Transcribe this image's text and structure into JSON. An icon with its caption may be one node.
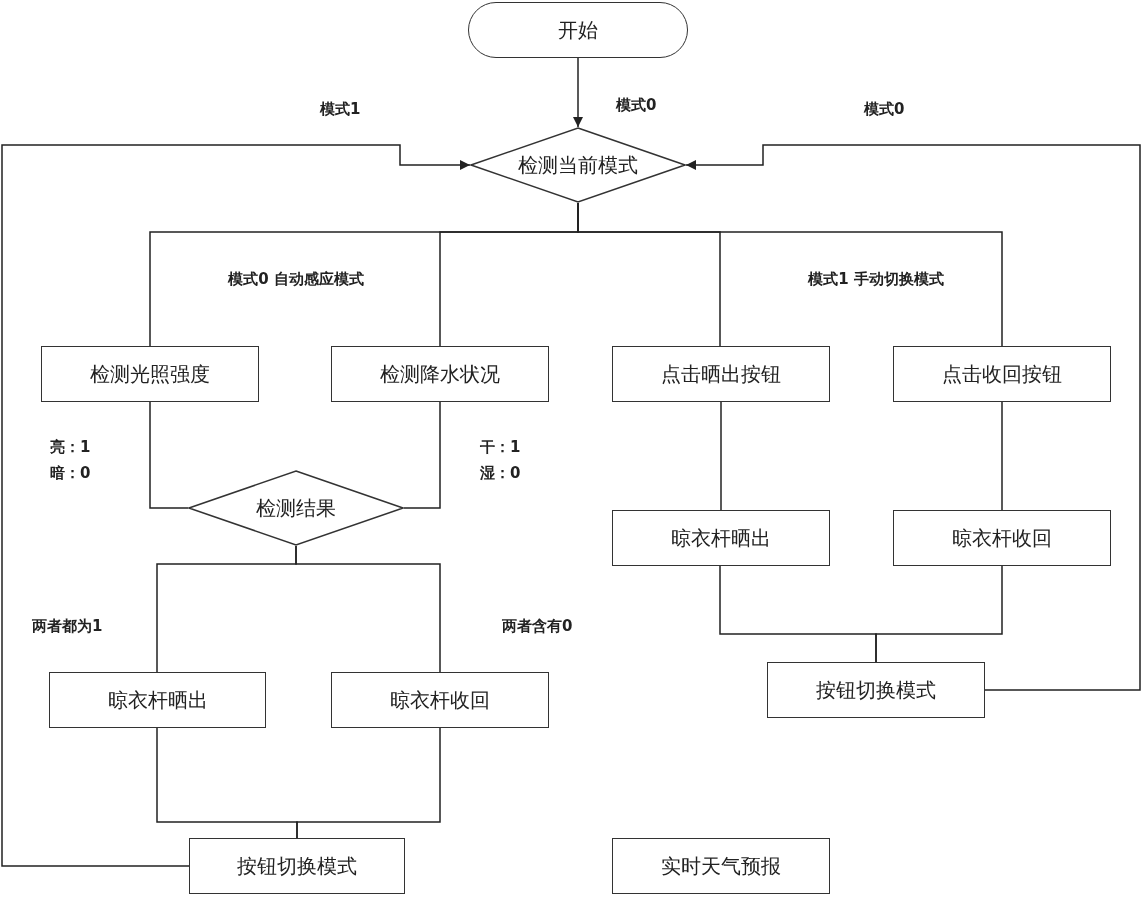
{
  "diagram": {
    "nodes": [
      {
        "text": [
          "开始"
        ]
      },
      {
        "text": [
          "检测当前模式"
        ]
      },
      {
        "text": [
          "检测光照强度"
        ]
      },
      {
        "text": [
          "检测降水状况"
        ]
      },
      {
        "text": [
          "点击晒出按钮"
        ]
      },
      {
        "text": [
          "点击收回按钮"
        ]
      },
      {
        "text": [
          "检测结果"
        ]
      },
      {
        "text": [
          "晾衣杆晒出"
        ]
      },
      {
        "text": [
          "晾衣杆收回"
        ]
      },
      {
        "text": [
          "晾衣杆晒出"
        ]
      },
      {
        "text": [
          "晾衣杆收回"
        ]
      },
      {
        "text": [
          "按钮切换模式"
        ]
      },
      {
        "text": [
          "按钮切换模式"
        ]
      },
      {
        "text": [
          "实时天气预报"
        ]
      }
    ],
    "edges": [
      {
        "from": 0,
        "to": 1,
        "arrow": "to",
        "label": "模式0"
      },
      {
        "from": 1,
        "to": 2,
        "arrow": "none"
      },
      {
        "from": 1,
        "to": 3,
        "arrow": "none"
      },
      {
        "from": 1,
        "to": 4,
        "arrow": "none"
      },
      {
        "from": 1,
        "to": 5,
        "arrow": "none"
      },
      {
        "from": 2,
        "to": 6,
        "arrow": "none"
      },
      {
        "from": 3,
        "to": 6,
        "arrow": "none"
      },
      {
        "from": 6,
        "to": 7,
        "arrow": "none",
        "label": "两者都为1"
      },
      {
        "from": 6,
        "to": 8,
        "arrow": "none",
        "label": "两者含有0"
      },
      {
        "from": 7,
        "to": 11,
        "arrow": "none"
      },
      {
        "from": 8,
        "to": 11,
        "arrow": "none"
      },
      {
        "from": 4,
        "to": 9,
        "arrow": "none"
      },
      {
        "from": 5,
        "to": 10,
        "arrow": "none"
      },
      {
        "from": 9,
        "to": 12,
        "arrow": "none"
      },
      {
        "from": 10,
        "to": 12,
        "arrow": "none"
      },
      {
        "from": 11,
        "to": 1,
        "arrow": "to",
        "label": "模式1"
      },
      {
        "from": 12,
        "to": 1,
        "arrow": "to",
        "label": "模式0"
      }
    ],
    "labels": [
      "模式0 自动感应模式",
      "模式1 手动切换模式",
      "亮：1 暗：0",
      "干：1 湿：0"
    ]
  }
}
